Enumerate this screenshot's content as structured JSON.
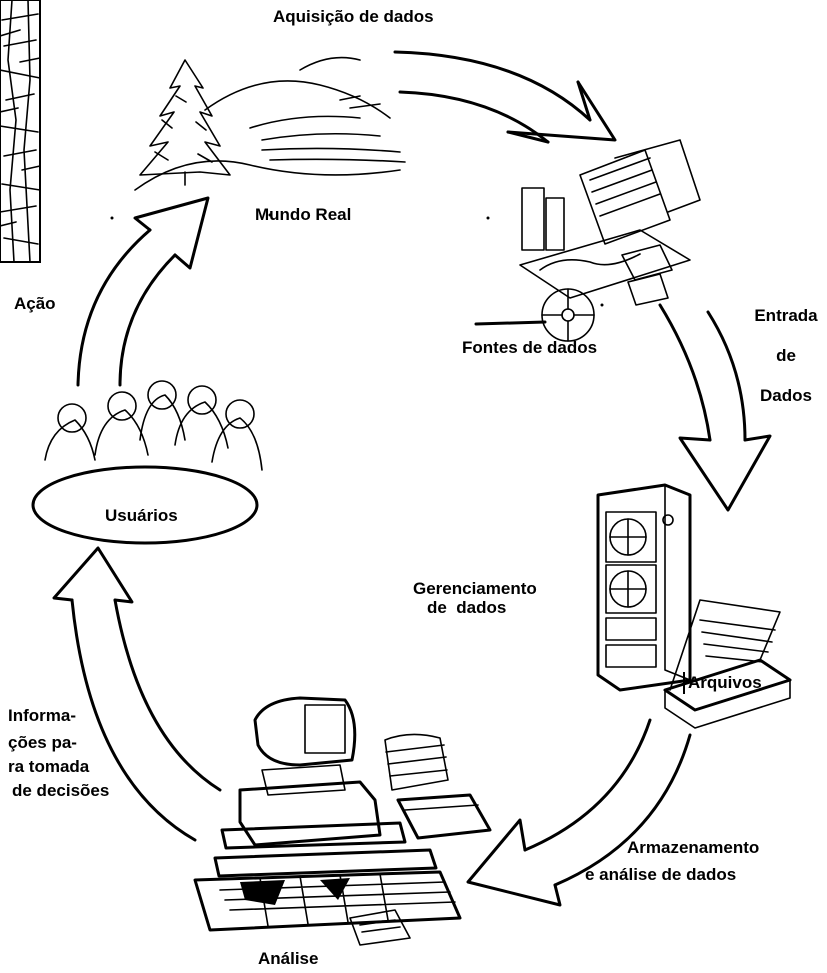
{
  "labels": {
    "aquisicao": "Aquisição de dados",
    "mundo_real": "Mundo Real",
    "fontes": "Fontes de dados",
    "entrada": [
      "Entrada",
      "de",
      "Dados"
    ],
    "acao": "Ação",
    "usuarios": "Usuários",
    "gerenciamento": [
      "Gerenciamento",
      "de  dados"
    ],
    "arquivos": "Arquivos",
    "informacoes": [
      "Informa-",
      "ções pa-",
      "ra tomada",
      "de decisões"
    ],
    "armazenamento": [
      "Armazenamento",
      "e análise de dados"
    ],
    "analise": "Análise"
  },
  "icons": {
    "landscape": "landscape-icon",
    "data_sources": "documents-maps-icon",
    "users": "people-group-icon",
    "computer_tower": "computer-tower-icon",
    "workstation": "workstation-icon",
    "street_map": "street-map-icon"
  }
}
